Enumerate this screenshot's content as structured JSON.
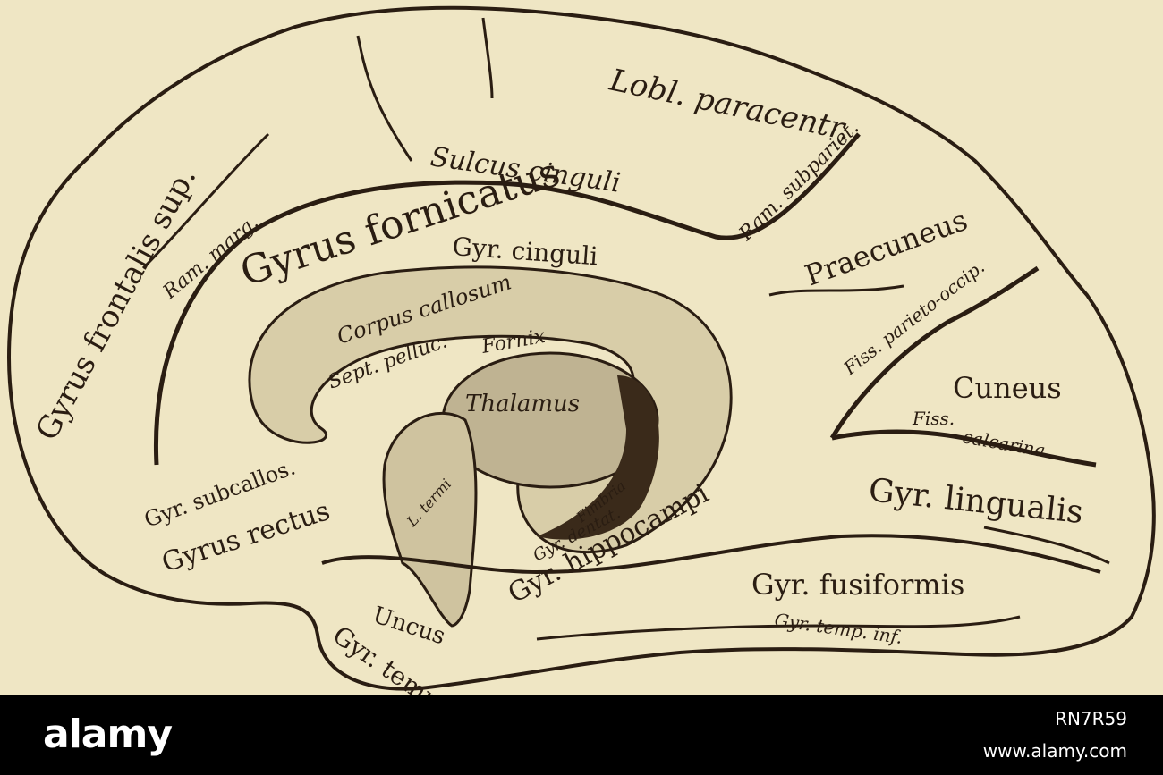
{
  "labels": {
    "lobl_paracentr": "Lobl. paracentr.",
    "sulcus_cinguli": "Sulcus cinguli",
    "ram_subpariet": "Ram. subpariet.",
    "gyrus_frontalis_sup": "Gyrus frontalis sup.",
    "ram_marg": "Ram. marg.",
    "gyrus_fornicatus": "Gyrus fornicatus",
    "gyr_cinguli": "Gyr. cinguli",
    "praecuneus": "Praecuneus",
    "corpus_callosum": "Corpus callosum",
    "sept_pelluc": "Sept. pelluc.",
    "fornix": "Fornix",
    "fiss_parieto_occip": "Fiss. parieto-occip.",
    "thalamus": "Thalamus",
    "cuneus": "Cuneus",
    "fiss": "Fiss.",
    "calcarina": "calcarina",
    "gyr_subcallos": "Gyr. subcallos.",
    "l_termin": "L. termi",
    "fimbria": "Fimbria",
    "gyr_dentat": "Gyr. dentat.",
    "gyr_lingualis": "Gyr. lingualis",
    "gyrus_rectus": "Gyrus rectus",
    "gyr_hippocampi": "Gyr. hippocampi",
    "gyr_fusiformis": "Gyr. fusiformis",
    "uncus": "Uncus",
    "gyr_temp_inf": "Gyr. temp. inf.",
    "gyr_temp_m": "Gyr. temp. m."
  },
  "footer": {
    "logo": "alamy",
    "stock_id": "RN7R59",
    "site": "www.alamy.com"
  },
  "watermark": "alamy",
  "colors": {
    "paper": "#efe6c4",
    "ink": "#2a1d12",
    "footer_bg": "#000000",
    "footer_text": "#ffffff"
  }
}
